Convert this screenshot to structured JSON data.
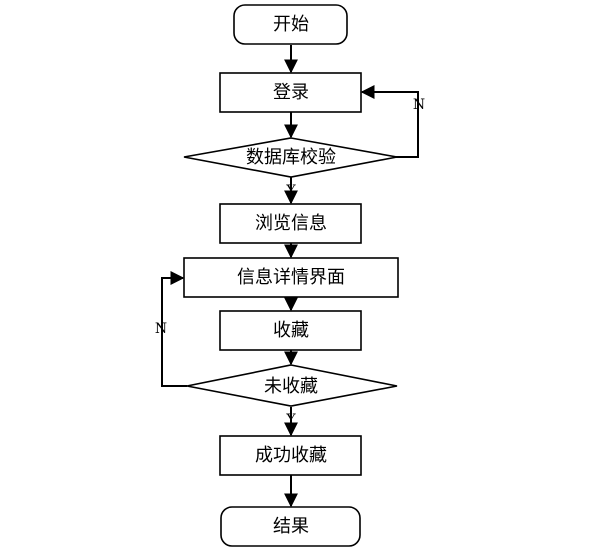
{
  "flowchart": {
    "nodes": {
      "start": "开始",
      "login": "登录",
      "db_check": "数据库校验",
      "browse": "浏览信息",
      "detail": "信息详情界面",
      "favorite": "收藏",
      "not_favorited": "未收藏",
      "success": "成功收藏",
      "end": "结果"
    },
    "edge_labels": {
      "db_check_yes": "Y",
      "db_check_no": "N",
      "not_favorited_yes": "Y",
      "not_favorited_no": "N"
    }
  }
}
